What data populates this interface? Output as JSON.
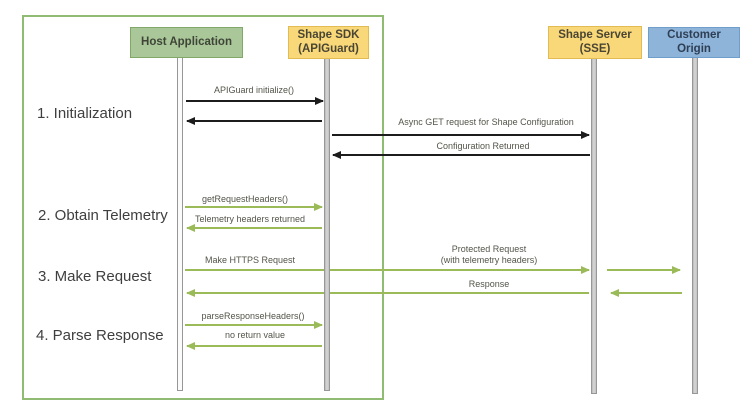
{
  "colors": {
    "boundary_border": "#8fbb72",
    "host_fill": "#aac79a",
    "host_border": "#82a868",
    "yellow_fill": "#f8d878",
    "yellow_border": "#e2bc52",
    "blue_fill": "#8fb4da",
    "blue_border": "#6f9ecb",
    "arrow_black": "#1c1c1c",
    "arrow_green": "#9bbb59",
    "section_text": "#3f3f3f",
    "message_text": "#54544b"
  },
  "actors": {
    "host": {
      "label": "Host Application"
    },
    "sdk": {
      "label": "Shape SDK\n(APIGuard)"
    },
    "server": {
      "label": "Shape Server\n(SSE)"
    },
    "origin": {
      "label": "Customer Origin"
    }
  },
  "sections": {
    "s1": {
      "label": "1. Initialization"
    },
    "s2": {
      "label": "2. Obtain Telemetry"
    },
    "s3": {
      "label": "3. Make Request"
    },
    "s4": {
      "label": "4. Parse Response"
    }
  },
  "messages": {
    "init_call": {
      "label": "APIGuard  initialize()"
    },
    "async_get": {
      "label": "Async GET request for Shape Configuration"
    },
    "config_returned": {
      "label": "Configuration Returned"
    },
    "get_request_headers": {
      "label": "getRequestHeaders()"
    },
    "telemetry_returned": {
      "label": "Telemetry headers returned"
    },
    "make_https": {
      "label": "Make HTTPS Request"
    },
    "protected_request": {
      "label": "Protected Request\n(with telemetry headers)"
    },
    "response": {
      "label": "Response"
    },
    "parse_response_headers": {
      "label": "parseResponseHeaders()"
    },
    "no_return": {
      "label": "no return value"
    }
  }
}
